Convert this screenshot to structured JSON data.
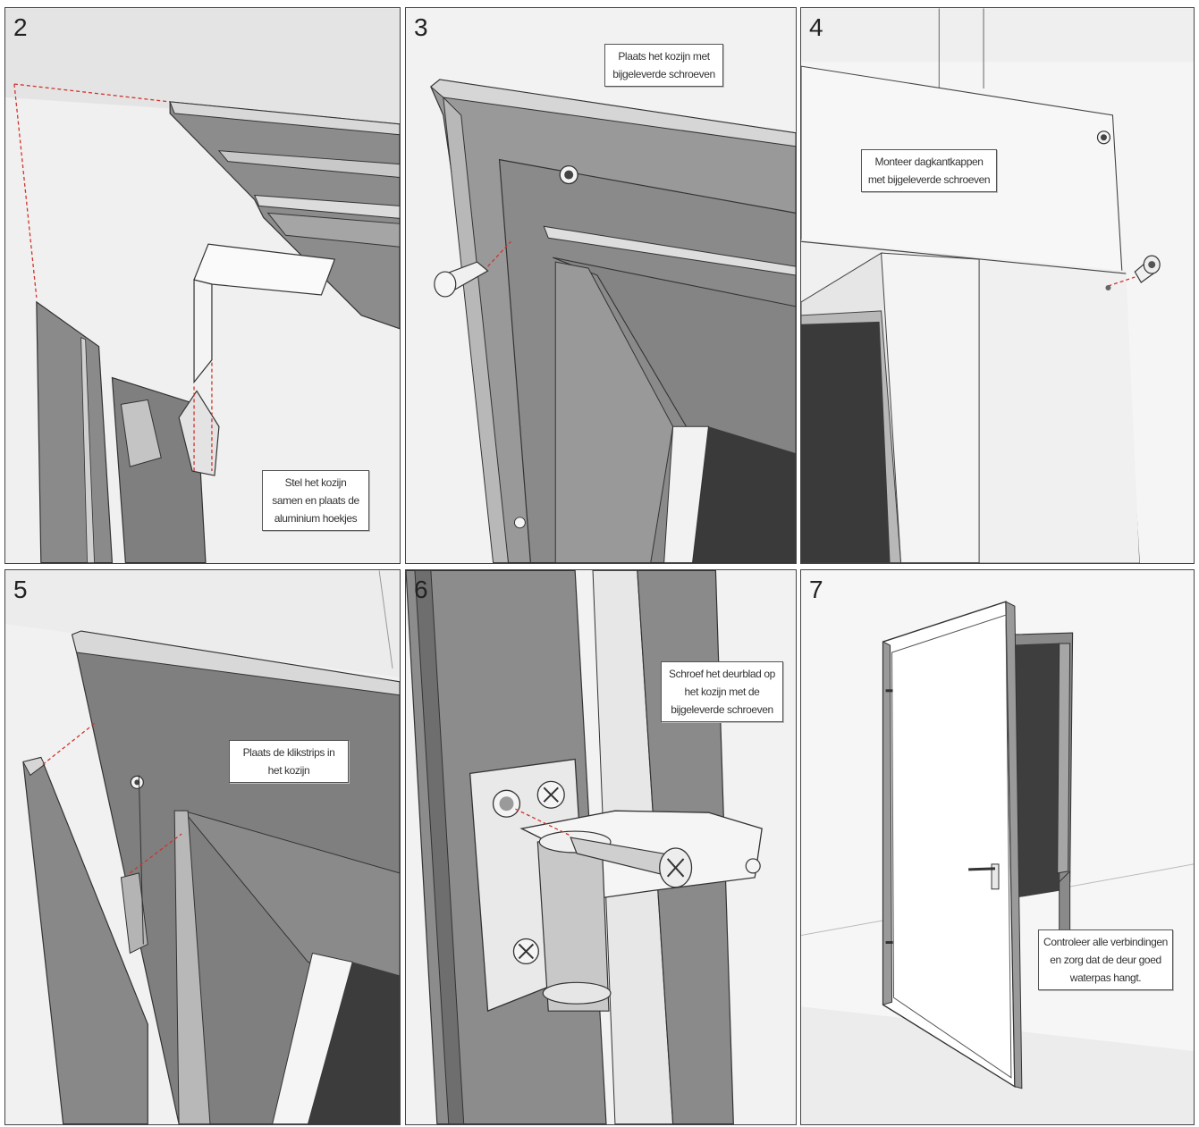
{
  "panels": [
    {
      "number": "2",
      "lines": [
        "Stel het kozijn",
        "samen en plaats de",
        "aluminium hoekjes"
      ]
    },
    {
      "number": "3",
      "lines": [
        "Plaats het kozijn met",
        "bijgeleverde schroeven"
      ]
    },
    {
      "number": "4",
      "lines": [
        "Monteer dagkantkappen",
        "met bijgeleverde schroeven"
      ]
    },
    {
      "number": "5",
      "lines": [
        "Plaats de klikstrips in",
        "het kozijn"
      ]
    },
    {
      "number": "6",
      "lines": [
        "Schroef het deurblad op",
        "het kozijn met de",
        "bijgeleverde schroeven"
      ]
    },
    {
      "number": "7",
      "lines": [
        "Controleer alle verbindingen",
        "en zorg dat de deur goed",
        "waterpas hangt."
      ]
    }
  ],
  "colors": {
    "frame_gray": "#8a8a8a",
    "dark_gray": "#595959",
    "light_gray": "#e6e6e6",
    "guide_red": "#d0342c"
  },
  "icons": [
    "aluminium-corner-bracket-icon",
    "screw-icon",
    "hinge-icon",
    "door-handle-icon"
  ]
}
